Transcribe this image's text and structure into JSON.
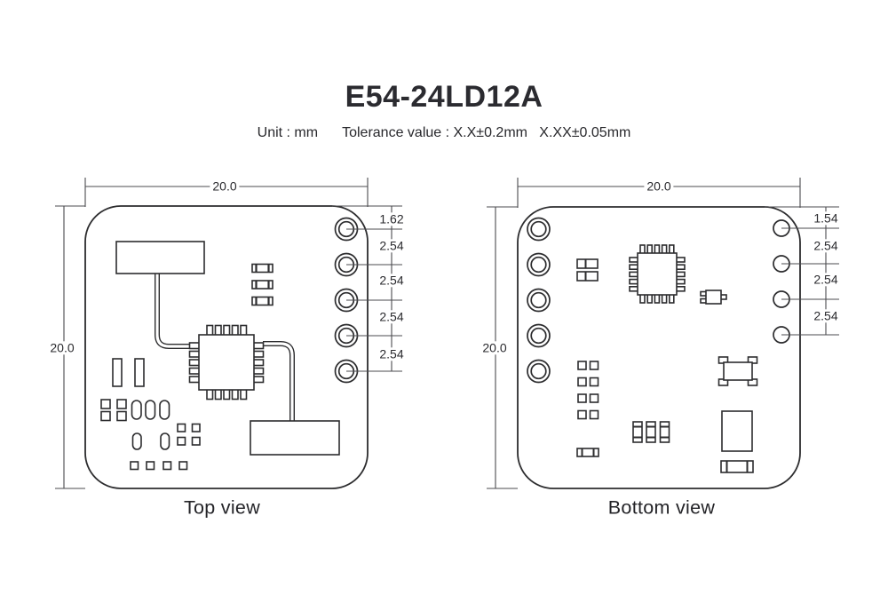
{
  "title": "E54-24LD12A",
  "subtitle": {
    "unit": "Unit : mm",
    "tolerance": "Tolerance value : X.X±0.2mm   X.XX±0.05mm"
  },
  "colors": {
    "line": "#2c2c2e",
    "dimension_line": "#4b4b4f",
    "text": "#28282c",
    "background": "#ffffff"
  },
  "top_view": {
    "label": "Top view",
    "dim_width": "20.0",
    "dim_height": "20.0",
    "pad_pitch_dims": [
      "1.62",
      "2.54",
      "2.54",
      "2.54",
      "2.54"
    ]
  },
  "bottom_view": {
    "label": "Bottom view",
    "dim_width": "20.0",
    "dim_height": "20.0",
    "pad_pitch_dims": [
      "1.54",
      "2.54",
      "2.54",
      "2.54"
    ]
  }
}
